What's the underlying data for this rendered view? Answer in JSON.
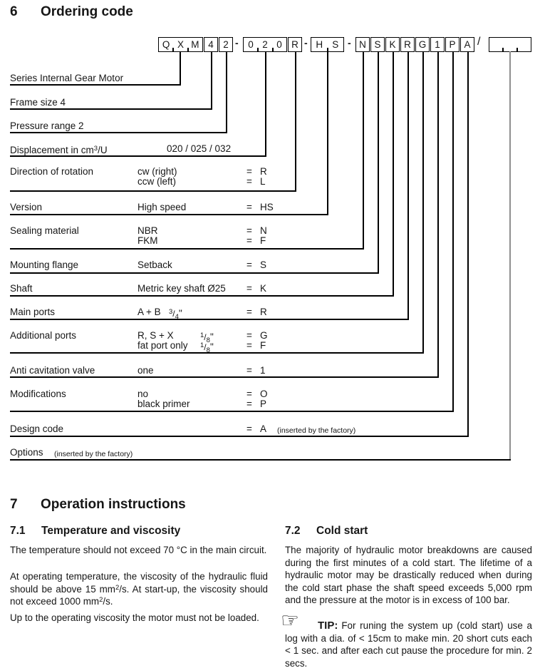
{
  "ordering": {
    "number": "6",
    "title": "Ordering code",
    "code": {
      "series_cells": [
        "Q",
        "X",
        "M"
      ],
      "frame": "4",
      "pressure": "2",
      "dash": "-",
      "displacement_cells": [
        "0",
        "2",
        "0"
      ],
      "rotation": "R",
      "version_cells": [
        "H",
        "S"
      ],
      "sealing": "N",
      "flange": "S",
      "shaft": "K",
      "main_ports": "R",
      "additional_ports": "G",
      "anti_cavitation": "1",
      "modifications": "P",
      "design": "A",
      "slash": "/"
    },
    "rows": [
      {
        "label": "Series Internal Gear Motor"
      },
      {
        "label": "Frame size 4"
      },
      {
        "label": "Pressure range 2"
      },
      {
        "label_pre": "Displacement in cm",
        "label_sup": "3",
        "label_post": "/U",
        "value": "020 / 025 / 032"
      },
      {
        "label": "Direction of rotation",
        "options": [
          {
            "name": "cw (right)",
            "code": "R"
          },
          {
            "name": "ccw (left)",
            "code": "L"
          }
        ]
      },
      {
        "label": "Version",
        "options": [
          {
            "name": "High speed",
            "code": "HS"
          }
        ]
      },
      {
        "label": "Sealing material",
        "options": [
          {
            "name": "NBR",
            "code": "N"
          },
          {
            "name": "FKM",
            "code": "F"
          }
        ]
      },
      {
        "label": "Mounting flange",
        "options": [
          {
            "name": "Setback",
            "code": "S"
          }
        ]
      },
      {
        "label": "Shaft",
        "options": [
          {
            "name": "Metric key shaft Ø25",
            "code": "K"
          }
        ]
      },
      {
        "label": "Main ports",
        "options": [
          {
            "name": "A + B",
            "frac_num": "3",
            "frac_den": "4",
            "frac_post": "\"",
            "code": "R"
          }
        ]
      },
      {
        "label": "Additional ports",
        "options": [
          {
            "name": "R, S + X",
            "frac_num": "1",
            "frac_den": "8",
            "frac_post": "\"",
            "code": "G"
          },
          {
            "name": "fat port only",
            "frac_num": "1",
            "frac_den": "8",
            "frac_post": "\"",
            "code": "F"
          }
        ]
      },
      {
        "label": "Anti cavitation valve",
        "options": [
          {
            "name": "one",
            "code": "1"
          }
        ]
      },
      {
        "label": "Modifications",
        "options": [
          {
            "name": "no",
            "code": "O"
          },
          {
            "name": "black primer",
            "code": "P"
          }
        ]
      },
      {
        "label": "Design code",
        "options": [
          {
            "name": "",
            "code": "A"
          }
        ],
        "note": "(inserted by the factory)"
      },
      {
        "label": "Options",
        "note": "(inserted by the factory)"
      }
    ]
  },
  "glyphs": {
    "eq": "=",
    "frac_slash": "/",
    "hand": "☞"
  },
  "operation": {
    "number": "7",
    "title": "Operation instructions",
    "sub1": {
      "number": "7.1",
      "title": "Temperature and viscosity",
      "p1": "The temperature should not exceed 70 °C in the main circuit.",
      "p2_t1": "At operating temperature, the viscosity of the hydraulic fluid should be above 15 mm",
      "p2_s1": "2",
      "p2_t2": "/s. At start-up, the viscosity should not exceed 1000 mm",
      "p2_s2": "2",
      "p2_t3": "/s.",
      "p3": "Up to the operating viscosity the motor must not be loaded."
    },
    "sub2": {
      "number": "7.2",
      "title": "Cold start",
      "p1": "The majority of hydraulic motor breakdowns are caused during the first minutes of a cold start. The lifetime of a hydraulic motor may be drastically reduced when during the cold start phase the shaft speed exceeds 5,000 rpm and the pressure at the motor is in excess of 100 bar.",
      "tip_label": "TIP:",
      "tip_text": "For runing the system up (cold start) use a log with a dia. of < 15cm to make min. 20 short cuts each < 1 sec. and after each cut pause the procedure for min. 2 secs."
    }
  }
}
